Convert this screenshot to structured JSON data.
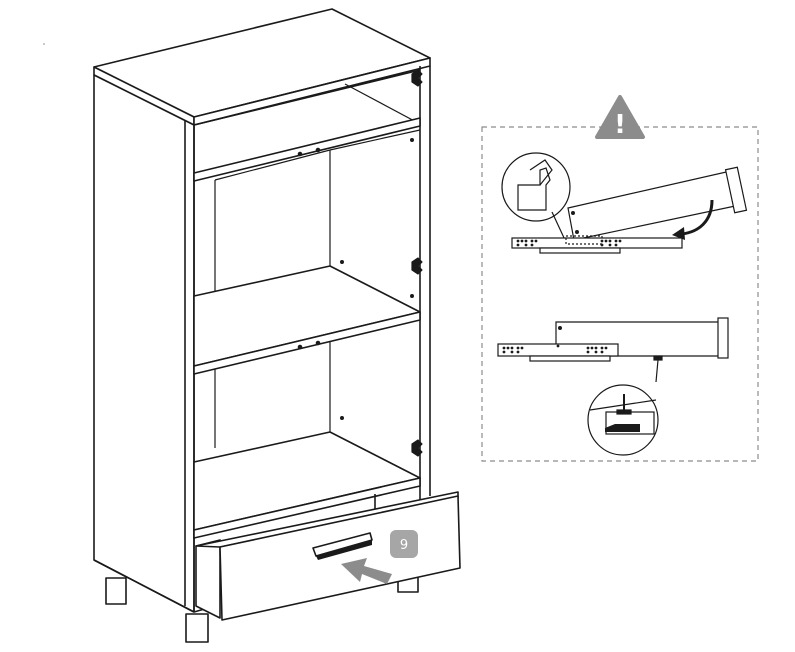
{
  "step": {
    "number": "9",
    "badge_color": "#a6a6a6",
    "badge_text_color": "#ffffff"
  },
  "warning": {
    "icon": "warning-triangle-icon",
    "symbol": "!",
    "color": "#8c8c8c"
  },
  "detail_panel": {
    "border_style": "dashed",
    "panels": [
      {
        "name": "drawer-runner-hook-detail",
        "arrow": "rotate-down-arrow"
      },
      {
        "name": "drawer-runner-locked-detail",
        "arrow": "none"
      }
    ]
  },
  "colors": {
    "line": "#1a1a1a",
    "arrow_fill": "#8c8c8c",
    "page": "#ffffff"
  }
}
